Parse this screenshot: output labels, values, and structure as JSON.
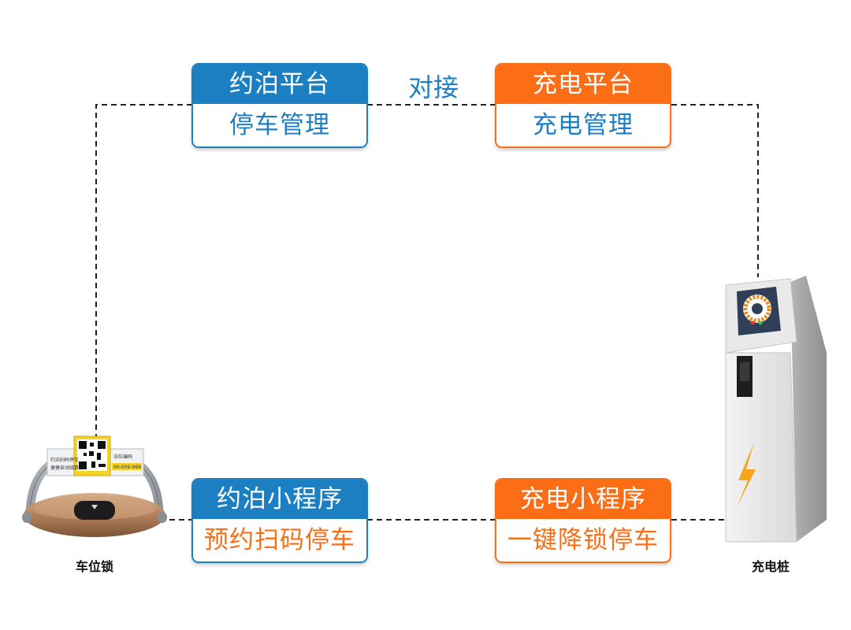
{
  "link_label": "对接",
  "boxes": {
    "yuebo_platform": {
      "title": "约泊平台",
      "subtitle": "停车管理"
    },
    "charge_platform": {
      "title": "充电平台",
      "subtitle": "充电管理"
    },
    "yuebo_miniapp": {
      "title": "约泊小程序",
      "subtitle": "预约扫码停车"
    },
    "charge_miniapp": {
      "title": "充电小程序",
      "subtitle": "一键降锁停车"
    }
  },
  "devices": {
    "parking_lock": {
      "label": "车位锁",
      "sticker_left": "约泊扫码停车",
      "sticker_left_2": "便捷自动结算",
      "sticker_right": "泊位编码",
      "sticker_code": "00-009-999"
    },
    "charging_pile": {
      "label": "充电桩"
    }
  },
  "colors": {
    "blue": "#1b7fc2",
    "orange": "#fb6e16",
    "connector": "#222222"
  }
}
